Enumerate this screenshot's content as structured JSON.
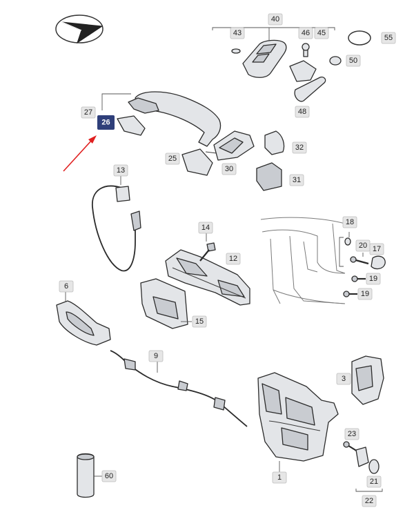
{
  "labels": {
    "l1": "1",
    "l3": "3",
    "l6": "6",
    "l9": "9",
    "l12": "12",
    "l13": "13",
    "l14": "14",
    "l15": "15",
    "l17": "17",
    "l18": "18",
    "l19a": "19",
    "l19b": "19",
    "l20": "20",
    "l21": "21",
    "l22": "22",
    "l23": "23",
    "l25": "25",
    "l26": "26",
    "l27": "27",
    "l30": "30",
    "l31": "31",
    "l32": "32",
    "l40": "40",
    "l43": "43",
    "l45": "45",
    "l46": "46",
    "l48": "48",
    "l50": "50",
    "l55": "55",
    "l60": "60"
  },
  "colors": {
    "highlight": "#2f3f7a",
    "arrow": "#e02020",
    "tag": "#e6e6e6"
  },
  "icons": {
    "logo": "paper-plane-icon",
    "pointer": "red-arrow-icon"
  }
}
